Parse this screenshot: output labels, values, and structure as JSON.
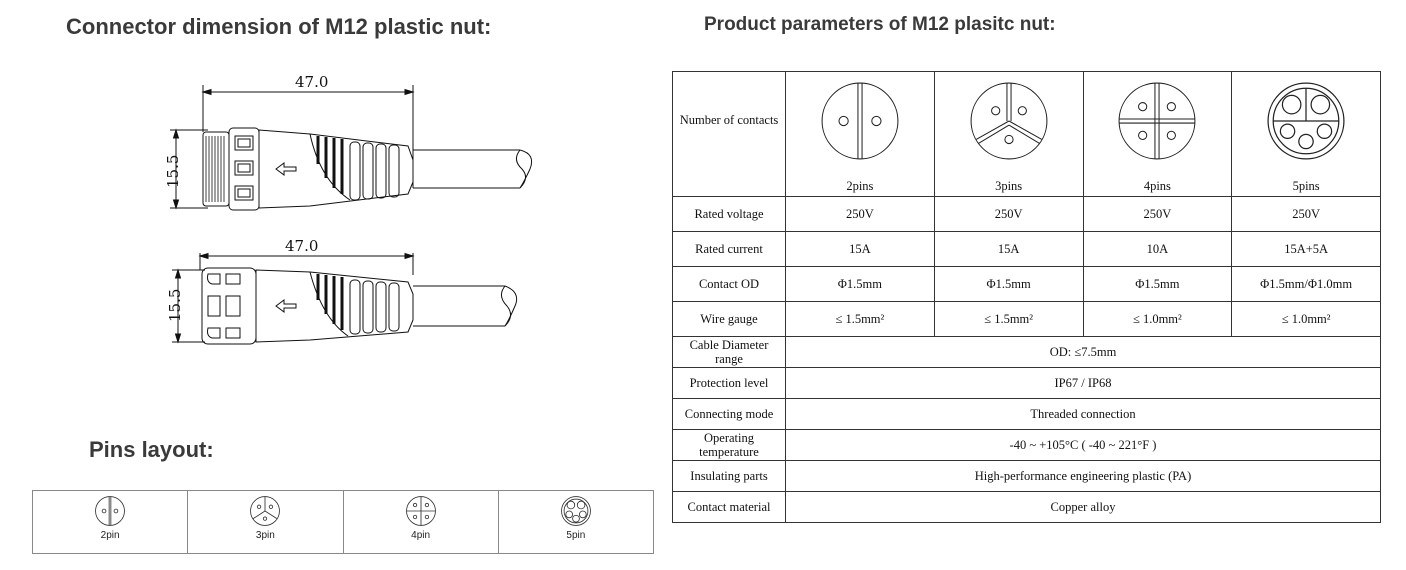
{
  "headings": {
    "dimension": "Connector dimension of M12 plastic nut:",
    "parameters": "Product parameters of M12 plasitc nut:",
    "pins_layout": "Pins layout:"
  },
  "drawing": {
    "top_length": "47.0",
    "top_height": "15.5",
    "bottom_length": "47.0",
    "bottom_height": "15.5"
  },
  "pins_strip": [
    "2pin",
    "3pin",
    "4pin",
    "5pin"
  ],
  "table": {
    "contacts_label": "Number of contacts",
    "pins": [
      "2pins",
      "3pins",
      "4pins",
      "5pins"
    ],
    "rows": [
      {
        "label": "Rated voltage",
        "values": [
          "250V",
          "250V",
          "250V",
          "250V"
        ]
      },
      {
        "label": "Rated current",
        "values": [
          "15A",
          "15A",
          "10A",
          "15A+5A"
        ]
      },
      {
        "label": "Contact OD",
        "values": [
          "Φ1.5mm",
          "Φ1.5mm",
          "Φ1.5mm",
          "Φ1.5mm/Φ1.0mm"
        ]
      },
      {
        "label": "Wire gauge",
        "values": [
          "≤ 1.5mm²",
          "≤ 1.5mm²",
          "≤ 1.0mm²",
          "≤ 1.0mm²"
        ]
      }
    ],
    "merged": [
      {
        "label": "Cable Diameter range",
        "value": "OD: ≤7.5mm"
      },
      {
        "label": "Protection level",
        "value": "IP67 / IP68"
      },
      {
        "label": "Connecting mode",
        "value": "Threaded connection"
      },
      {
        "label": "Operating temperature",
        "value": "-40 ~ +105°C ( -40 ~ 221°F )"
      },
      {
        "label": "Insulating parts",
        "value": "High-performance engineering plastic (PA)"
      },
      {
        "label": "Contact material",
        "value": "Copper alloy"
      }
    ]
  }
}
